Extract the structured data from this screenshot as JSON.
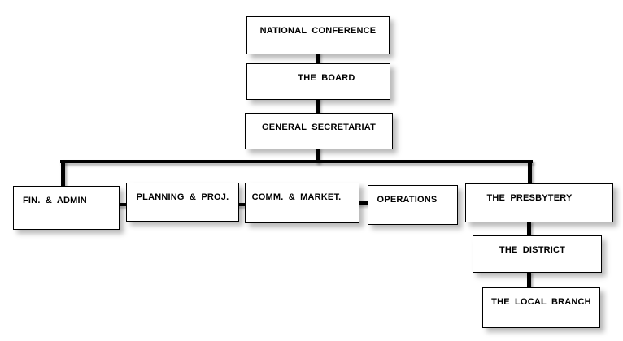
{
  "diagram": {
    "type": "organizational-chart",
    "background_color": "#ffffff",
    "box_fill_color": "#ffffff",
    "box_border_color": "#000000",
    "connector_color": "#000000",
    "text_color": "#000000",
    "nodes": {
      "national_conference": "NATIONAL CONFERENCE",
      "board": "THE BOARD",
      "general_secretariat": "GENERAL SECRETARIAT",
      "fin_admin": "FIN. & ADMIN",
      "planning_proj": "PLANNING & PROJ.",
      "comm_market": "COMM. & MARKET.",
      "operations": "OPERATIONS",
      "presbytery": "THE PRESBYTERY",
      "district": "THE DISTRICT",
      "local_branch": "THE LOCAL BRANCH"
    },
    "edges": [
      {
        "from": "NATIONAL CONFERENCE",
        "to": "THE BOARD"
      },
      {
        "from": "THE BOARD",
        "to": "GENERAL SECRETARIAT"
      },
      {
        "from": "GENERAL SECRETARIAT",
        "to": "FIN. & ADMIN"
      },
      {
        "from": "GENERAL SECRETARIAT",
        "to": "THE PRESBYTERY"
      },
      {
        "from": "FIN. & ADMIN",
        "to": "PLANNING & PROJ."
      },
      {
        "from": "PLANNING & PROJ.",
        "to": "COMM. & MARKET."
      },
      {
        "from": "COMM. & MARKET.",
        "to": "OPERATIONS"
      },
      {
        "from": "THE PRESBYTERY",
        "to": "THE DISTRICT"
      },
      {
        "from": "THE DISTRICT",
        "to": "THE LOCAL BRANCH"
      }
    ]
  }
}
